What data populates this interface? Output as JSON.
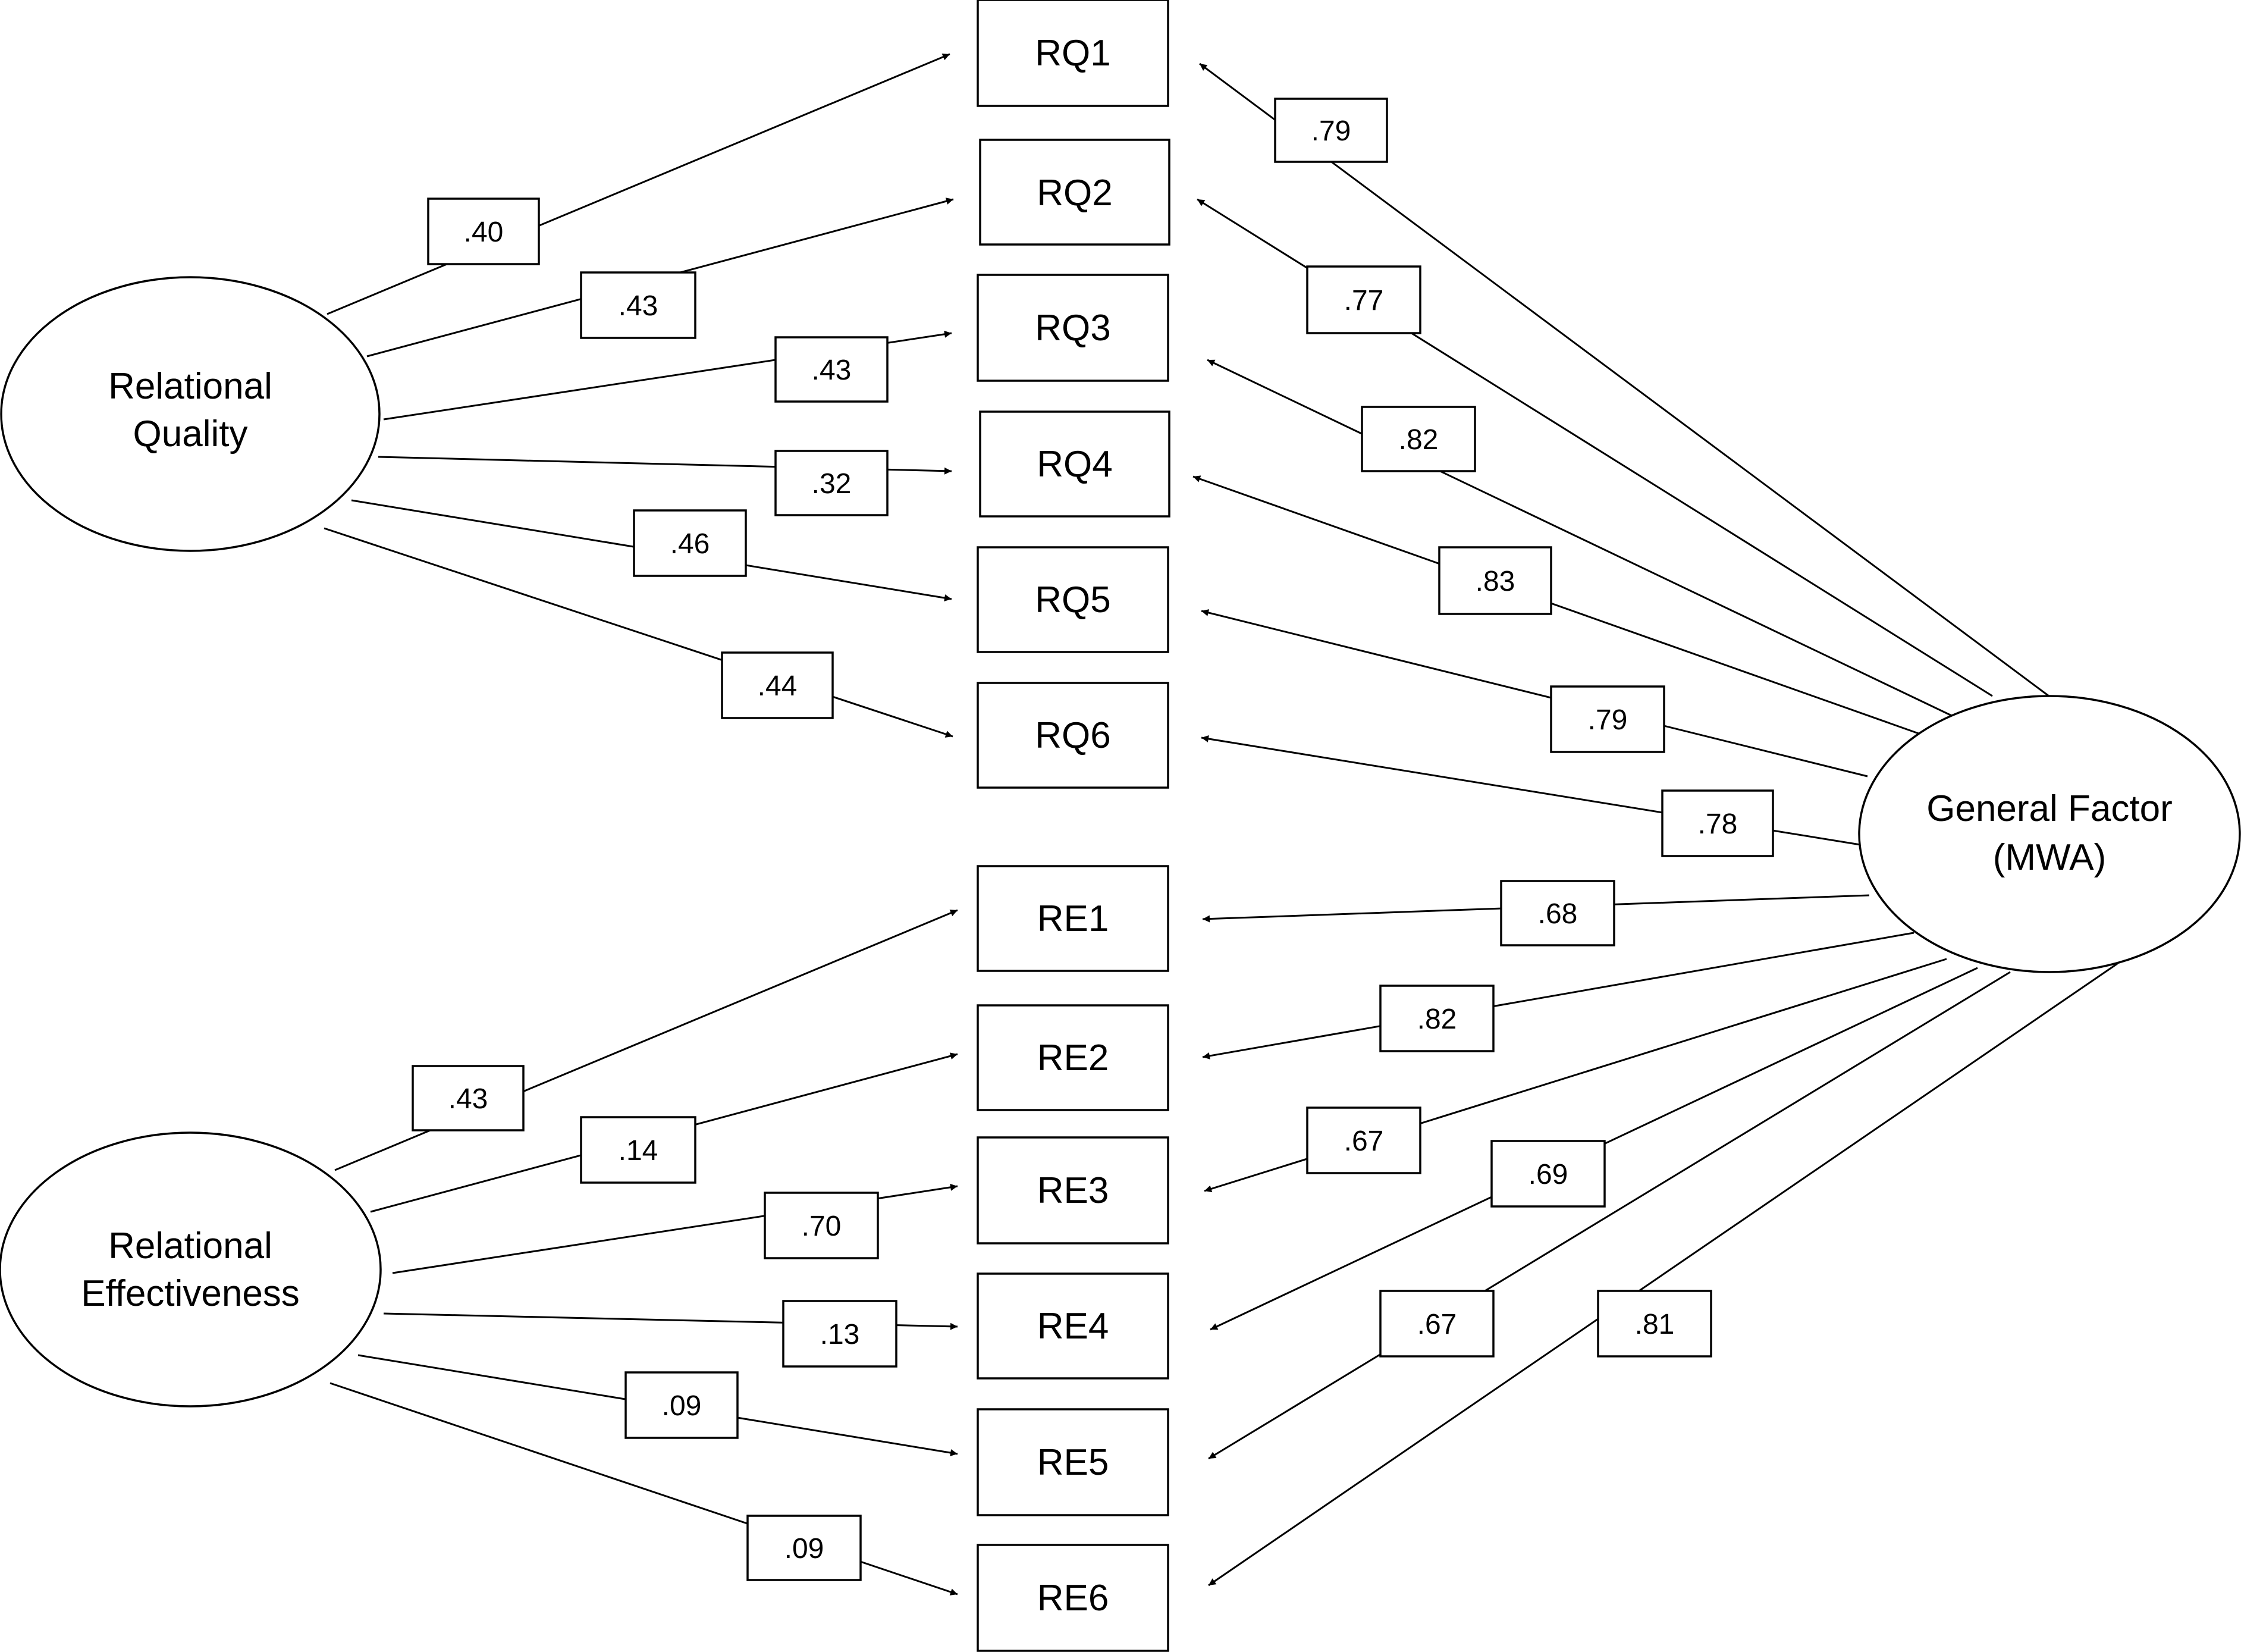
{
  "latents": {
    "relational_quality": [
      "Relational",
      "Quality"
    ],
    "relational_effectiveness": [
      "Relational",
      "Effectiveness"
    ],
    "general_factor": [
      "General Factor",
      "(MWA)"
    ]
  },
  "items": [
    "RQ1",
    "RQ2",
    "RQ3",
    "RQ4",
    "RQ5",
    "RQ6",
    "RE1",
    "RE2",
    "RE3",
    "RE4",
    "RE5",
    "RE6"
  ],
  "specific_loadings": {
    "relational_quality": [
      ".40",
      ".43",
      ".43",
      ".32",
      ".46",
      ".44"
    ],
    "relational_effectiveness": [
      ".43",
      ".14",
      ".70",
      ".13",
      ".09",
      ".09"
    ]
  },
  "general_loadings": [
    ".79",
    ".77",
    ".82",
    ".83",
    ".79",
    ".78",
    ".68",
    ".82",
    ".67",
    ".69",
    ".67",
    ".81"
  ]
}
